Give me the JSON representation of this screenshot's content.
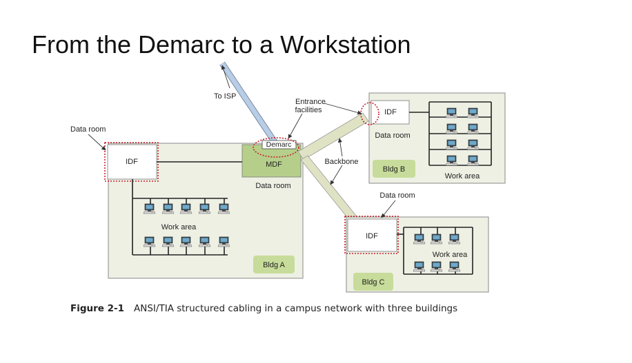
{
  "slide": {
    "title": "From the Demarc to a Workstation"
  },
  "diagram": {
    "to_isp": "To ISP",
    "entrance_facilities": [
      "Entrance",
      "facilities"
    ],
    "demarc": "Demarc",
    "mdf": "MDF",
    "backbone": "Backbone",
    "bldg_a": {
      "label": "Bldg A",
      "idf": "IDF",
      "data_room_outer": "Data room",
      "data_room_mdf": "Data room",
      "work_area": "Work area"
    },
    "bldg_b": {
      "label": "Bldg B",
      "idf": "IDF",
      "data_room": "Data room",
      "work_area": "Work area"
    },
    "bldg_c": {
      "label": "Bldg C",
      "idf": "IDF",
      "data_room": "Data room",
      "work_area": "Work area"
    },
    "colors": {
      "building_fill": "#eef0e4",
      "label_tag": "#c7dc9a",
      "mdf_fill": "#b5cf8a",
      "backbone_fill": "#dfe3c4",
      "isp_line": "#b8cde6",
      "highlight_ring": "#c8202a"
    }
  },
  "caption": {
    "figure": "Figure 2-1",
    "text": "ANSI/TIA structured cabling in a campus network with three buildings"
  }
}
